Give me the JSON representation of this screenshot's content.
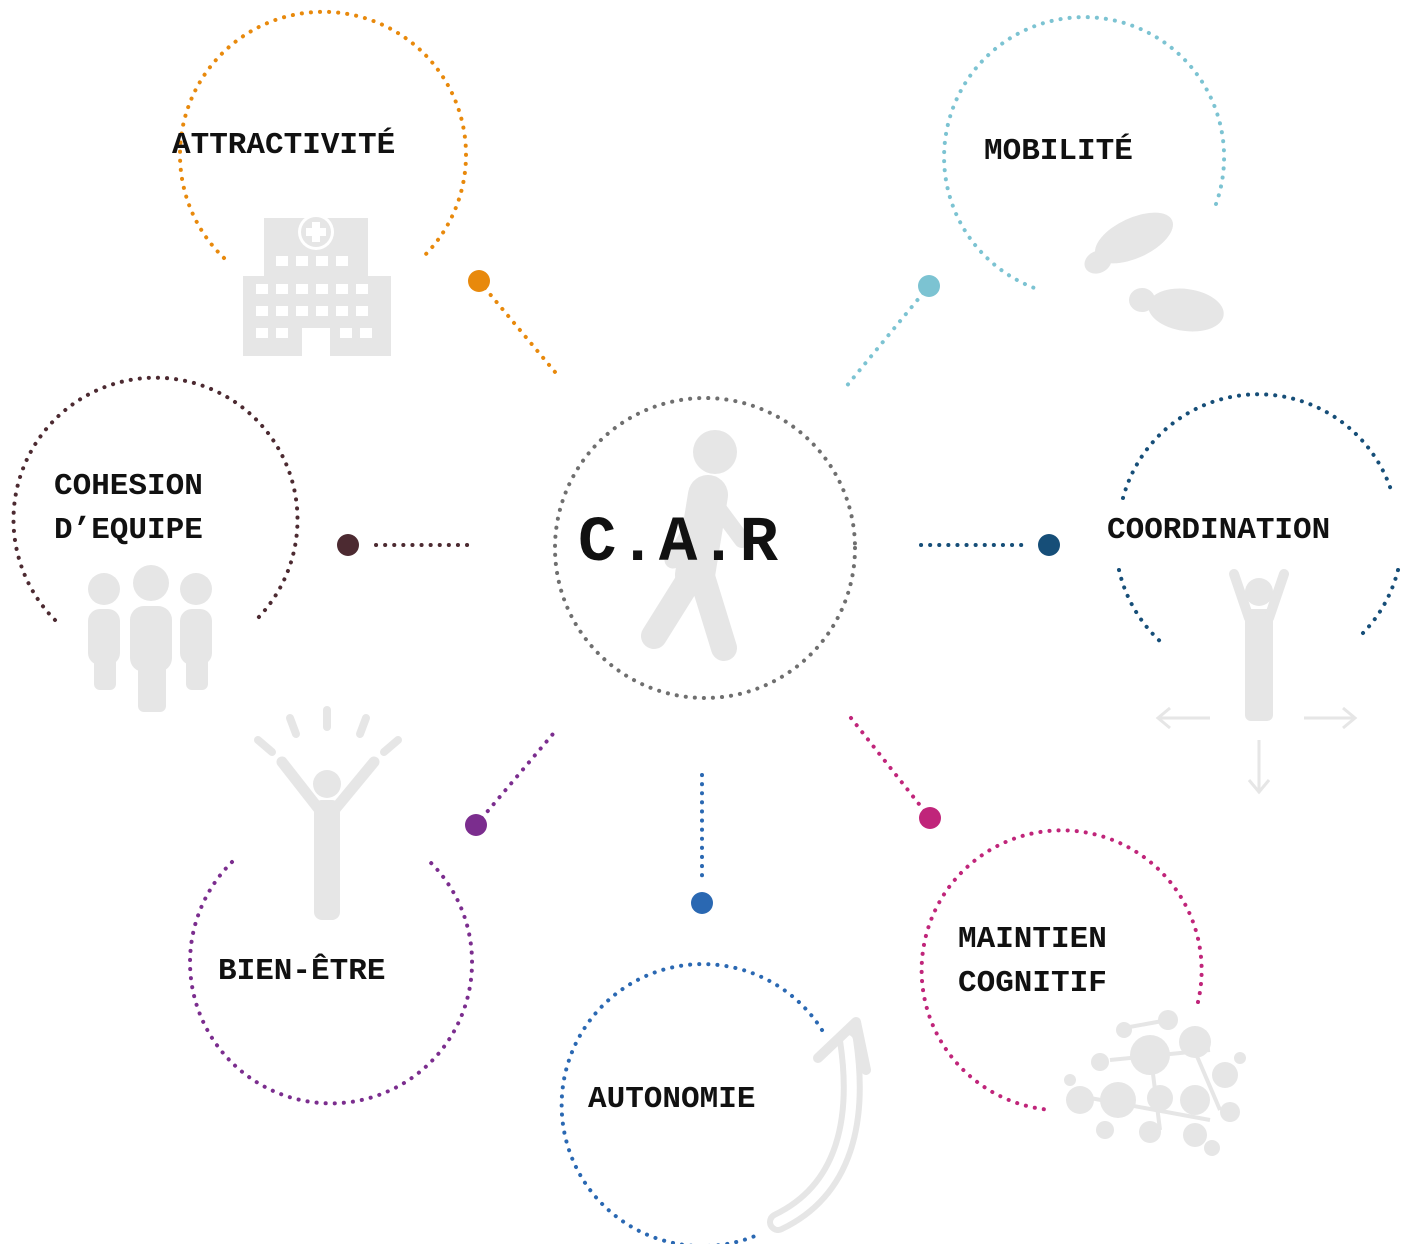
{
  "center": {
    "label": "C.A.R",
    "ring_color": "#6f6f6f",
    "icon": "walking-person-icon"
  },
  "icon_color": "#e5e5e5",
  "nodes": [
    {
      "id": "attractivite",
      "line1": "ATTRACTIVITÉ",
      "line2": "",
      "color": "#e8890c",
      "icon": "hospital-building-icon"
    },
    {
      "id": "mobilite",
      "line1": "MOBILITÉ",
      "line2": "",
      "color": "#7cc3d2",
      "icon": "footprints-icon"
    },
    {
      "id": "cohesion",
      "line1": "COHESION",
      "line2": "D’EQUIPE",
      "color": "#4c2a31",
      "icon": "team-people-icon"
    },
    {
      "id": "coordination",
      "line1": "COORDINATION",
      "line2": "",
      "color": "#164e78",
      "icon": "coordination-person-arrows-icon"
    },
    {
      "id": "bien-etre",
      "line1": "BIEN-ÊTRE",
      "line2": "",
      "color": "#7b2d8e",
      "icon": "happy-person-icon"
    },
    {
      "id": "autonomie",
      "line1": "AUTONOMIE",
      "line2": "",
      "color": "#2a68b2",
      "icon": "upward-arrow-icon"
    },
    {
      "id": "maintien",
      "line1": "MAINTIEN",
      "line2": "COGNITIF",
      "color": "#c0257a",
      "icon": "brain-network-icon"
    }
  ]
}
